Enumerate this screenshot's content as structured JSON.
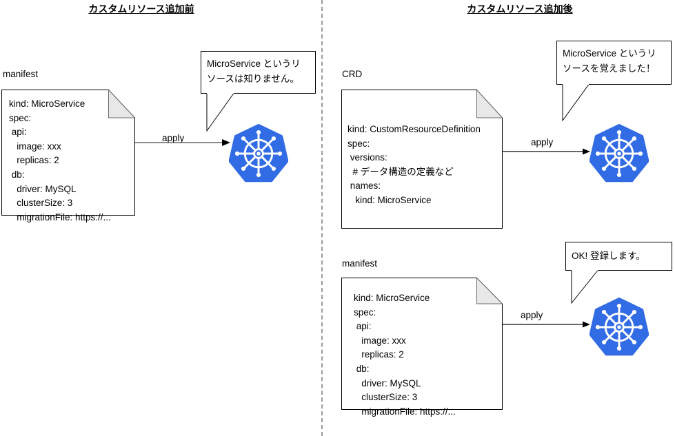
{
  "colors": {
    "k8s_blue": "#326CE5",
    "divider_gray": "#9a9a9a",
    "fold_gray": "#e8e8e8",
    "arrow_gray": "#666666",
    "line_black": "#000000"
  },
  "sections": {
    "left": {
      "title": "カスタムリソース追加前",
      "doc_label": "manifest",
      "doc_text": "kind: MicroService\nspec:\n api:\n   image: xxx\n   replicas: 2\n db:\n   driver: MySQL\n   clusterSize: 3\n   migrationFile: https://...",
      "arrow_label": "apply",
      "bubble_text": "MicroService というリ\nソースは知りません。",
      "k8s_icon": "kubernetes-logo"
    },
    "right": {
      "title": "カスタムリソース追加後",
      "crd_label": "CRD",
      "crd_text": "kind: CustomResourceDefinition\nspec:\n versions:\n  # データ構造の定義など\n names:\n   kind: MicroService",
      "crd_arrow_label": "apply",
      "crd_bubble_text": "MicroService というリ\nソースを覚えました！",
      "manifest_label": "manifest",
      "manifest_text": "kind: MicroService\nspec:\n api:\n   image: xxx\n   replicas: 2\n db:\n   driver: MySQL\n   clusterSize: 3\n   migrationFile: https://...",
      "manifest_arrow_label": "apply",
      "manifest_bubble_text": "OK! 登録します。",
      "k8s_icon": "kubernetes-logo"
    }
  }
}
